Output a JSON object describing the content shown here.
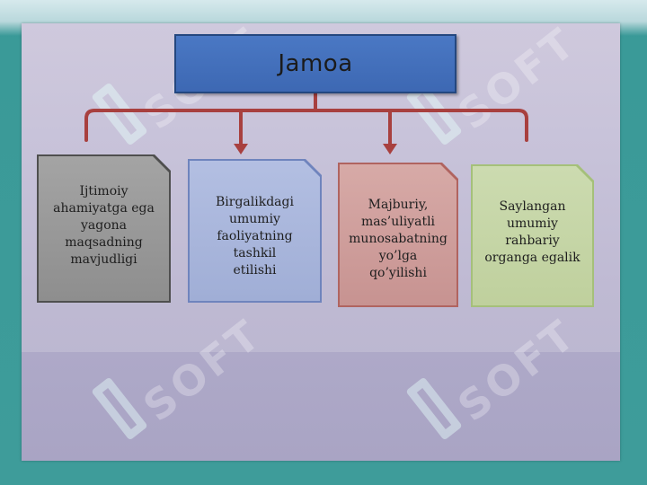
{
  "title": "Jamoa",
  "cards": [
    {
      "text": "Ijtimoiy\nahamiyatga ega\nyagona\nmaqsadning\nmavjudligi",
      "fill": "#9c9c9c",
      "border": "#4f4f4f"
    },
    {
      "text": "Birgalikdagi\numumiy\nfaoliyatning\ntashkil\netilishi",
      "fill": "#a9b6dc",
      "border": "#6f84bd"
    },
    {
      "text": "Majburiy,\nmas’uliyatli\nmunosabatning\nyo’lga\nqo’yilishi",
      "fill": "#cf9f9c",
      "border": "#b06460"
    },
    {
      "text": "Saylangan\numumiy\nrahbariy\norganga egalik",
      "fill": "#c6d6a6",
      "border": "#a5c07a"
    }
  ],
  "colors": {
    "connector": "#a8403f",
    "title_fill": "#4a78c4",
    "title_border": "#24477f"
  },
  "watermark_text": "SOFT"
}
